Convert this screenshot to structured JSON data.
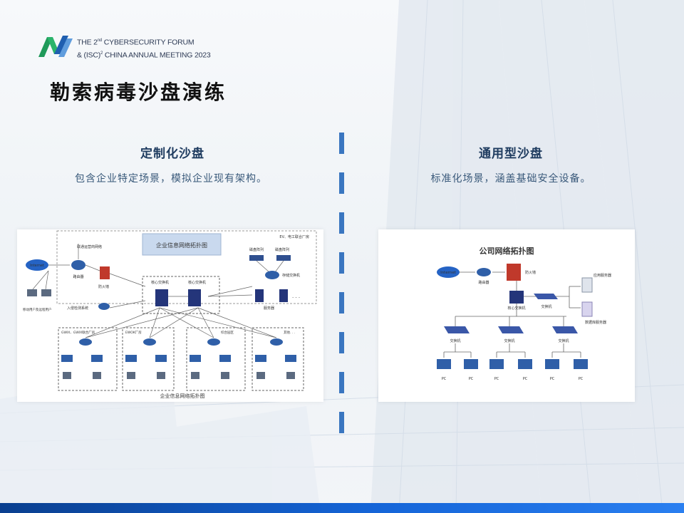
{
  "header": {
    "forum_line1_pre": "THE 2",
    "forum_line1_sup": "nd",
    "forum_line1_post": " CYBERSECURITY FORUM",
    "forum_line2_pre": "& (ISC)",
    "forum_line2_sup": "2",
    "forum_line2_post": " CHINA ANNUAL MEETING 2023"
  },
  "title": "勒索病毒沙盘演练",
  "left": {
    "heading": "定制化沙盘",
    "description": "包含企业特定场景，模拟企业现有架构。",
    "diagram": {
      "banner": "企业信息网络拓扑图",
      "caption": "企业信息网络拓扑图",
      "top_right_note": "EV、电工联合厂房",
      "isp": "联通运营商网络",
      "internet": "Internet",
      "remote_users": "移动用户及远程用户",
      "router": "路由器",
      "firewall": "防火墙",
      "ids": "入侵检测系统",
      "core_switch_1": "核心交换机",
      "core_switch_2": "核心交换机",
      "storage_1": "磁盘阵列",
      "storage_2": "磁盘阵列",
      "storage_switch": "存储交换机",
      "servers": "服务器",
      "ellipsis": "· · ·",
      "zone_1": "GWIX、GWIX联合厂房",
      "zone_2": "EWOK厂房",
      "zone_3": "综合园区",
      "zone_4": "其他. . ."
    }
  },
  "right": {
    "heading": "通用型沙盘",
    "description": "标准化场景，涵盖基础安全设备。",
    "diagram": {
      "title": "公司网络拓扑图",
      "internet": "Internet",
      "router": "路由器",
      "firewall": "防火墙",
      "core_switch": "核心交换机",
      "switch": "交换机",
      "app_server": "应用服务器",
      "db_server": "数据库服务器",
      "sw1": "交换机",
      "sw2": "交换机",
      "sw3": "交换机",
      "pc": "PC"
    }
  },
  "colors": {
    "accent": "#3a76c0",
    "title": "#111111",
    "heading": "#1f3c60",
    "bottom_bar": "#1565d8",
    "logo_green": "#1f9a5a",
    "logo_blue": "#1f5fb0"
  }
}
